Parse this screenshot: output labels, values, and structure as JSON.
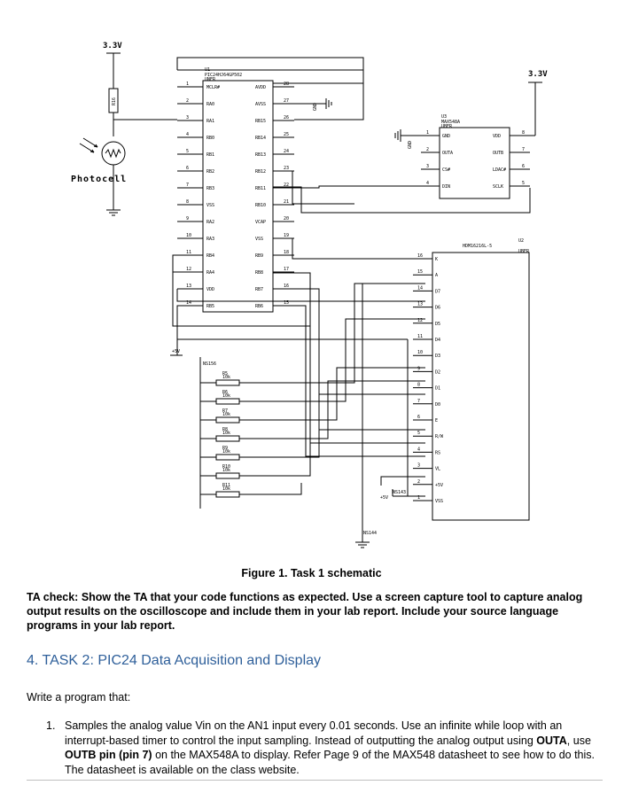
{
  "schematic": {
    "supply_left": "3.3V",
    "supply_right": "3.3V",
    "resistor_left": "R16",
    "photocell_label": "Photocell",
    "u1": {
      "ref": "U1",
      "part": "PIC24HJ64GP502",
      "sub": "UNER",
      "left_pins": [
        {
          "num": "1",
          "name": "MCLR#"
        },
        {
          "num": "2",
          "name": "RA0"
        },
        {
          "num": "3",
          "name": "RA1"
        },
        {
          "num": "4",
          "name": "RB0"
        },
        {
          "num": "5",
          "name": "RB1"
        },
        {
          "num": "6",
          "name": "RB2"
        },
        {
          "num": "7",
          "name": "RB3"
        },
        {
          "num": "8",
          "name": "VSS"
        },
        {
          "num": "9",
          "name": "RA2"
        },
        {
          "num": "10",
          "name": "RA3"
        },
        {
          "num": "11",
          "name": "RB4"
        },
        {
          "num": "12",
          "name": "RA4"
        },
        {
          "num": "13",
          "name": "VDD"
        },
        {
          "num": "14",
          "name": "RB5"
        }
      ],
      "right_pins": [
        {
          "num": "28",
          "name": "AVDD"
        },
        {
          "num": "27",
          "name": "AVSS"
        },
        {
          "num": "26",
          "name": "RB15"
        },
        {
          "num": "25",
          "name": "RB14"
        },
        {
          "num": "24",
          "name": "RB13"
        },
        {
          "num": "23",
          "name": "RB12"
        },
        {
          "num": "22",
          "name": "RB11"
        },
        {
          "num": "21",
          "name": "RB10"
        },
        {
          "num": "20",
          "name": "VCAP"
        },
        {
          "num": "19",
          "name": "VSS"
        },
        {
          "num": "18",
          "name": "RB9"
        },
        {
          "num": "17",
          "name": "RB8"
        },
        {
          "num": "16",
          "name": "RB7"
        },
        {
          "num": "15",
          "name": "RB6"
        }
      ]
    },
    "gnd_label": "GND",
    "u3": {
      "ref": "U3",
      "part": "MAX548A",
      "sub": "UBER",
      "left_pins": [
        {
          "num": "1",
          "name": "GND"
        },
        {
          "num": "2",
          "name": "OUTA"
        },
        {
          "num": "3",
          "name": "CS#"
        },
        {
          "num": "4",
          "name": "DIN"
        }
      ],
      "right_pins": [
        {
          "num": "8",
          "name": "VDD"
        },
        {
          "num": "7",
          "name": "OUTB"
        },
        {
          "num": "6",
          "name": "LDAC#"
        },
        {
          "num": "5",
          "name": "SCLK"
        }
      ]
    },
    "u2": {
      "ref": "U2",
      "part": "HDM16216L-5",
      "sub": "UBER",
      "pins": [
        {
          "num": "16",
          "name": "K"
        },
        {
          "num": "15",
          "name": "A"
        },
        {
          "num": "14",
          "name": "D7"
        },
        {
          "num": "13",
          "name": "D6"
        },
        {
          "num": "12",
          "name": "D5"
        },
        {
          "num": "11",
          "name": "D4"
        },
        {
          "num": "10",
          "name": "D3"
        },
        {
          "num": "9",
          "name": "D2"
        },
        {
          "num": "8",
          "name": "D1"
        },
        {
          "num": "7",
          "name": "D0"
        },
        {
          "num": "6",
          "name": "E"
        },
        {
          "num": "5",
          "name": "R/W"
        },
        {
          "num": "4",
          "name": "RS"
        },
        {
          "num": "3",
          "name": "VL"
        },
        {
          "num": "2",
          "name": "+5V"
        },
        {
          "num": "1",
          "name": "VSS"
        }
      ]
    },
    "plus5v_label": "+5V",
    "bus_label": "NS156",
    "resistors": [
      {
        "ref": "R5",
        "value": "10k"
      },
      {
        "ref": "R6",
        "value": "10k"
      },
      {
        "ref": "R7",
        "value": "10k"
      },
      {
        "ref": "R8",
        "value": "10k"
      },
      {
        "ref": "R9",
        "value": "10k"
      },
      {
        "ref": "R10",
        "value": "10k"
      },
      {
        "ref": "R11",
        "value": "10k"
      }
    ],
    "ns143_label": "NS143",
    "ns144_label": "NS144",
    "plus5v_lcd": "+5V"
  },
  "figure_caption": "Figure 1. Task 1 schematic",
  "ta_check": "TA check: Show the TA that your code functions as expected. Use a screen capture tool to capture analog output results on the oscilloscope and include them in your lab report. Include your source language programs in your lab report.",
  "section_heading": "4.  TASK 2: PIC24 Data Acquisition and Display",
  "intro": "Write a program that:",
  "list_items": [
    {
      "num": "1.",
      "parts": [
        {
          "text": "Samples the analog value Vin on the AN1 input every 0.01 seconds. Use an infinite while loop with an interrupt-based timer to control the input sampling. Instead of outputting the analog output using ",
          "bold": false
        },
        {
          "text": "OUTA",
          "bold": true
        },
        {
          "text": ", use ",
          "bold": false
        },
        {
          "text": "OUTB pin (pin 7)",
          "bold": true
        },
        {
          "text": " on the MAX548A to display. Refer Page 9 of the MAX548 datasheet to see how to do this. The datasheet is available on the class website.",
          "bold": false
        }
      ]
    }
  ]
}
